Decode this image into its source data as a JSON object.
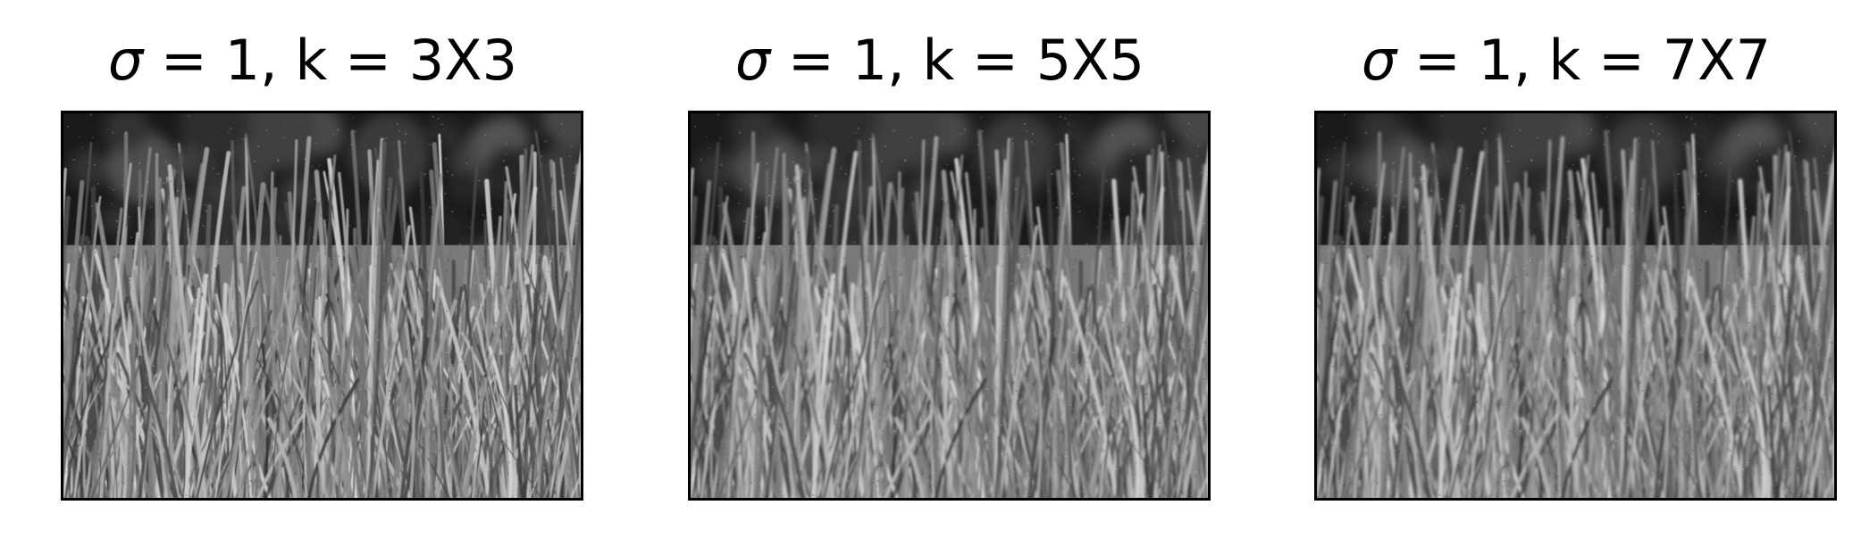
{
  "figure": {
    "panels": [
      {
        "title_sigma": "σ",
        "title_rest": " = 1, k = 3X3",
        "blur": 0.6
      },
      {
        "title_sigma": "σ",
        "title_rest": " = 1, k = 5X5",
        "blur": 1.1
      },
      {
        "title_sigma": "σ",
        "title_rest": " = 1, k = 7X7",
        "blur": 1.4
      }
    ],
    "colors": {
      "background_dark": "#1a1a1a",
      "grass_base": "#7a7a7a",
      "grass_light": "#c8c8c8",
      "grass_dark": "#3a3a3a",
      "border": "#000000"
    }
  }
}
